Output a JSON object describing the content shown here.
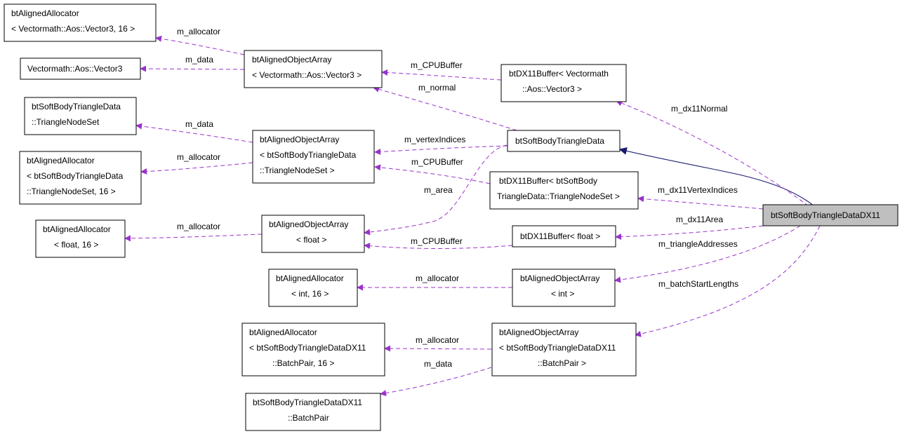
{
  "colors": {
    "node_fill": "#ffffff",
    "node_stroke": "#000000",
    "focus_fill": "#bfbfbf",
    "usage_edge": "#9a32cd",
    "inherit_edge": "#191970"
  },
  "nodes": {
    "aa_vec3": [
      "btAlignedAllocator",
      "< Vectormath::Aos::Vector3, 16 >"
    ],
    "vec3": [
      "Vectormath::Aos::Vector3"
    ],
    "tns": [
      "btSoftBodyTriangleData",
      "::TriangleNodeSet"
    ],
    "aa_tns": [
      "btAlignedAllocator",
      "< btSoftBodyTriangleData",
      "::TriangleNodeSet, 16 >"
    ],
    "aa_float": [
      "btAlignedAllocator",
      "< float, 16 >"
    ],
    "aoa_vec3": [
      "btAlignedObjectArray",
      "< Vectormath::Aos::Vector3 >"
    ],
    "aoa_tns": [
      "btAlignedObjectArray",
      "< btSoftBodyTriangleData",
      "::TriangleNodeSet >"
    ],
    "aoa_float": [
      "btAlignedObjectArray",
      "< float >"
    ],
    "aa_int": [
      "btAlignedAllocator",
      "< int, 16 >"
    ],
    "aa_bp": [
      "btAlignedAllocator",
      "< btSoftBodyTriangleDataDX11",
      "::BatchPair, 16 >"
    ],
    "bp": [
      "btSoftBodyTriangleDataDX11",
      "::BatchPair"
    ],
    "dx_vec3": [
      "btDX11Buffer< Vectormath",
      "::Aos::Vector3 >"
    ],
    "tri": [
      "btSoftBodyTriangleData"
    ],
    "dx_tns": [
      "btDX11Buffer< btSoftBody",
      "TriangleData::TriangleNodeSet >"
    ],
    "dx_float": [
      "btDX11Buffer< float >"
    ],
    "aoa_int": [
      "btAlignedObjectArray",
      "< int >"
    ],
    "aoa_bp": [
      "btAlignedObjectArray",
      "< btSoftBodyTriangleDataDX11",
      "::BatchPair >"
    ],
    "main": [
      "btSoftBodyTriangleDataDX11"
    ]
  },
  "edge_labels": {
    "aoa_vec3_allocator": "m_allocator",
    "aoa_vec3_data": "m_data",
    "dx_vec3_cpubuffer": "m_CPUBuffer",
    "tri_normal": "m_normal",
    "aoa_tns_data": "m_data",
    "aoa_tns_allocator": "m_allocator",
    "tri_vertexindices": "m_vertexIndices",
    "dx_tns_cpubuffer": "m_CPUBuffer",
    "tri_area": "m_area",
    "aoa_float_allocator": "m_allocator",
    "dx_float_cpubuffer": "m_CPUBuffer",
    "aoa_int_allocator": "m_allocator",
    "aoa_bp_allocator": "m_allocator",
    "aoa_bp_data": "m_data",
    "main_dx11normal": "m_dx11Normal",
    "main_dx11vertexindices": "m_dx11VertexIndices",
    "main_dx11area": "m_dx11Area",
    "main_triangleaddresses": "m_triangleAddresses",
    "main_batchstartlengths": "m_batchStartLengths"
  }
}
